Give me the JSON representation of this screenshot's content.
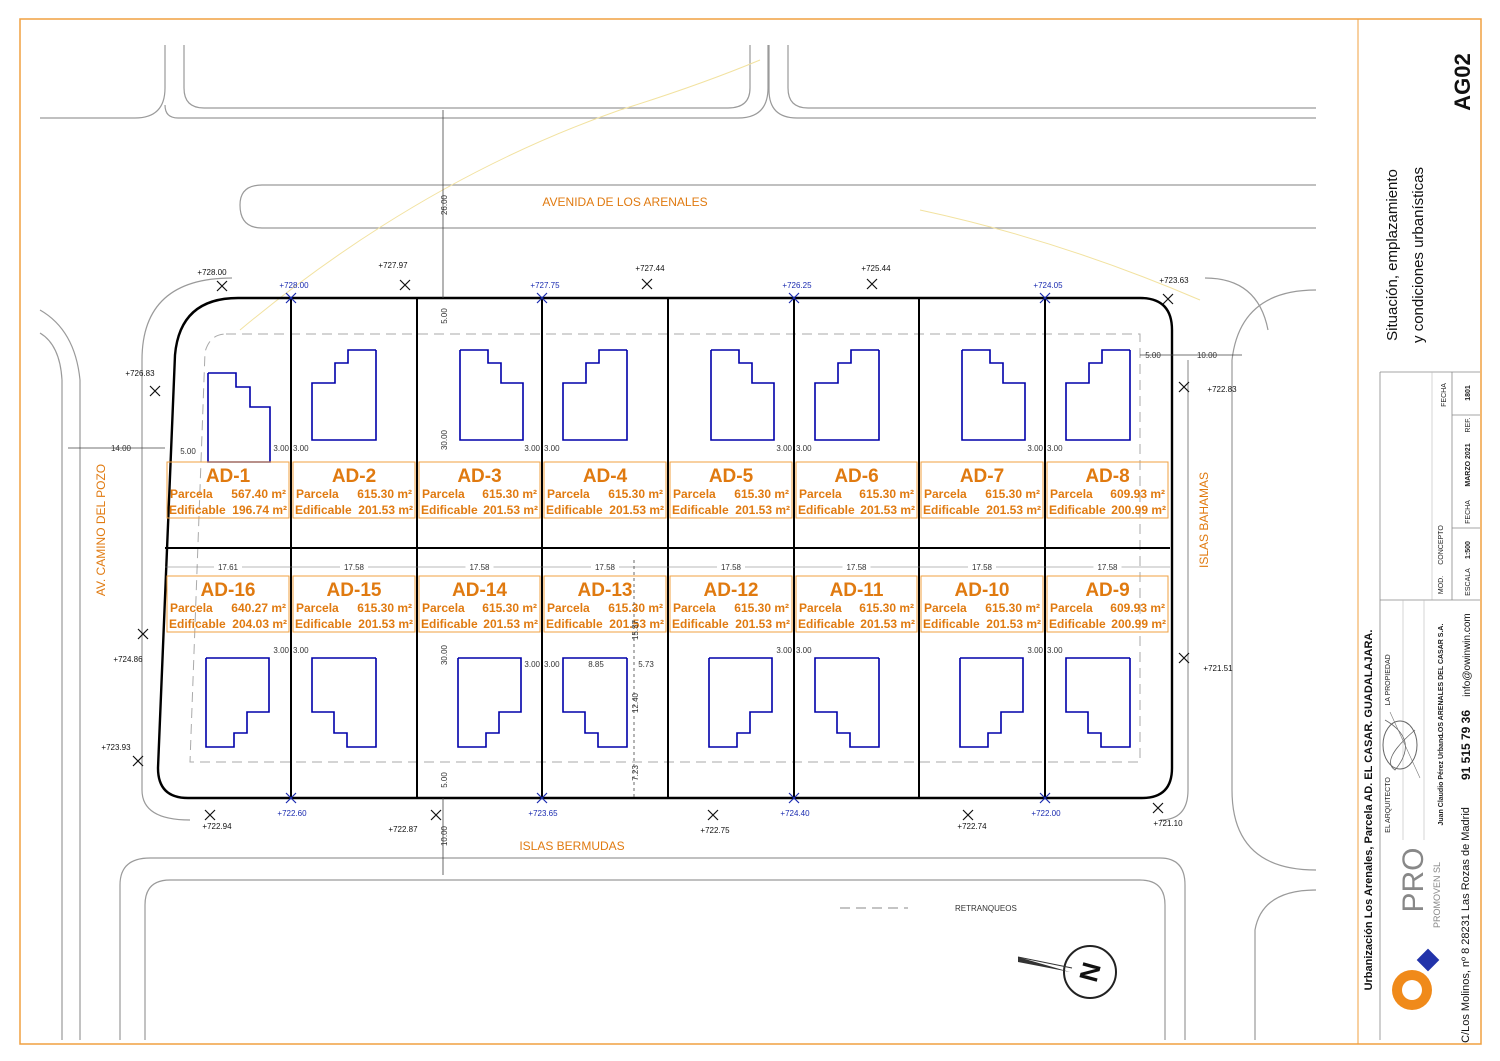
{
  "sheet": {
    "code": "AG02",
    "title_line1": "Situación, emplazamiento",
    "title_line2": "y condiciones urbanísticas",
    "project": "Urbanización Los Arenales, Parcela AD. EL CASAR. GUADALAJARA.",
    "fields": {
      "fecha_label": "FECHA",
      "ref_label": "REF.",
      "ref": "1801",
      "fecha_label2": "FECHA",
      "fecha": "MARZO 2021",
      "escala_label": "ESCALA",
      "escala": "1:500",
      "concepto_label": "CONCEPTO",
      "mod_label": "MOD.",
      "arquitecto_label": "EL ARQUITECTO",
      "propiedad_label": "LA PROPIEDAD",
      "arquitecto": "Juan Claudio Pérez Urbano",
      "propiedad": "LOS ARENALES DEL CASAR S.A."
    },
    "company": {
      "logo": "PRO",
      "logo_sub": "PROMOVEN SL",
      "address": "C/Los Molinos, nº 8  28231  Las Rozas de Madrid",
      "phone": "91 515 79 36",
      "email": "info@owinwin.com"
    }
  },
  "streets": {
    "north": "AVENIDA DE LOS ARENALES",
    "south": "ISLAS BERMUDAS",
    "west": "AV. CAMINO DEL POZO",
    "east": "ISLAS BAHAMAS"
  },
  "legend": {
    "setback": "RETRANQUEOS"
  },
  "north_arrow": "N",
  "lots_top": [
    {
      "id": "AD-1",
      "parcela_label": "Parcela",
      "parcela": "567.40 m²",
      "edif_label": "Edificable",
      "edif": "196.74 m²"
    },
    {
      "id": "AD-2",
      "parcela_label": "Parcela",
      "parcela": "615.30 m²",
      "edif_label": "Edificable",
      "edif": "201.53 m²"
    },
    {
      "id": "AD-3",
      "parcela_label": "Parcela",
      "parcela": "615.30 m²",
      "edif_label": "Edificable",
      "edif": "201.53 m²"
    },
    {
      "id": "AD-4",
      "parcela_label": "Parcela",
      "parcela": "615.30 m²",
      "edif_label": "Edificable",
      "edif": "201.53 m²"
    },
    {
      "id": "AD-5",
      "parcela_label": "Parcela",
      "parcela": "615.30 m²",
      "edif_label": "Edificable",
      "edif": "201.53 m²"
    },
    {
      "id": "AD-6",
      "parcela_label": "Parcela",
      "parcela": "615.30 m²",
      "edif_label": "Edificable",
      "edif": "201.53 m²"
    },
    {
      "id": "AD-7",
      "parcela_label": "Parcela",
      "parcela": "615.30 m²",
      "edif_label": "Edificable",
      "edif": "201.53 m²"
    },
    {
      "id": "AD-8",
      "parcela_label": "Parcela",
      "parcela": "609.93 m²",
      "edif_label": "Edificable",
      "edif": "200.99 m²"
    }
  ],
  "lots_bottom": [
    {
      "id": "AD-16",
      "parcela_label": "Parcela",
      "parcela": "640.27 m²",
      "edif_label": "Edificable",
      "edif": "204.03 m²"
    },
    {
      "id": "AD-15",
      "parcela_label": "Parcela",
      "parcela": "615.30 m²",
      "edif_label": "Edificable",
      "edif": "201.53 m²"
    },
    {
      "id": "AD-14",
      "parcela_label": "Parcela",
      "parcela": "615.30 m²",
      "edif_label": "Edificable",
      "edif": "201.53 m²"
    },
    {
      "id": "AD-13",
      "parcela_label": "Parcela",
      "parcela": "615.30 m²",
      "edif_label": "Edificable",
      "edif": "201.53 m²"
    },
    {
      "id": "AD-12",
      "parcela_label": "Parcela",
      "parcela": "615.30 m²",
      "edif_label": "Edificable",
      "edif": "201.53 m²"
    },
    {
      "id": "AD-11",
      "parcela_label": "Parcela",
      "parcela": "615.30 m²",
      "edif_label": "Edificable",
      "edif": "201.53 m²"
    },
    {
      "id": "AD-10",
      "parcela_label": "Parcela",
      "parcela": "615.30 m²",
      "edif_label": "Edificable",
      "edif": "201.53 m²"
    },
    {
      "id": "AD-9",
      "parcela_label": "Parcela",
      "parcela": "609.93 m²",
      "edif_label": "Edificable",
      "edif": "200.99 m²"
    }
  ],
  "lot_widths": [
    "17.61",
    "17.58",
    "17.58",
    "17.58",
    "17.58",
    "17.58",
    "17.58",
    "17.58"
  ],
  "dimensions": {
    "avenida_width": "26.00",
    "south_street_width": "10.00",
    "west_street_width": "14.00",
    "east_street_width": "10.00",
    "front_setback": "5.00",
    "side_setback": "3.00",
    "lot_depth": "30.00",
    "east_front_setback": "5.00",
    "west_front_setback": "5.00",
    "house_width": "8.85",
    "house_side": "5.73",
    "house_depth_a": "15.37",
    "house_depth_b": "12.40",
    "house_depth_c": "7.23"
  },
  "elevations": {
    "top_black": [
      "+728.00",
      "+727.97",
      "+727.44",
      "+725.44",
      "+723.63"
    ],
    "top_blue": [
      "+728.00",
      "+727.75",
      "+726.25",
      "+724.05"
    ],
    "west": [
      "+726.83",
      "+724.86",
      "+723.93"
    ],
    "east": [
      "+722.83",
      "+721.51"
    ],
    "bottom_black": [
      "+722.94",
      "+722.87",
      "+722.75",
      "+722.74",
      "+721.10"
    ],
    "bottom_blue": [
      "+722.60",
      "+723.65",
      "+724.40",
      "+722.00"
    ]
  },
  "colors": {
    "frame": "#f0a040",
    "label": "#e07a10",
    "house": "#0000aa"
  }
}
